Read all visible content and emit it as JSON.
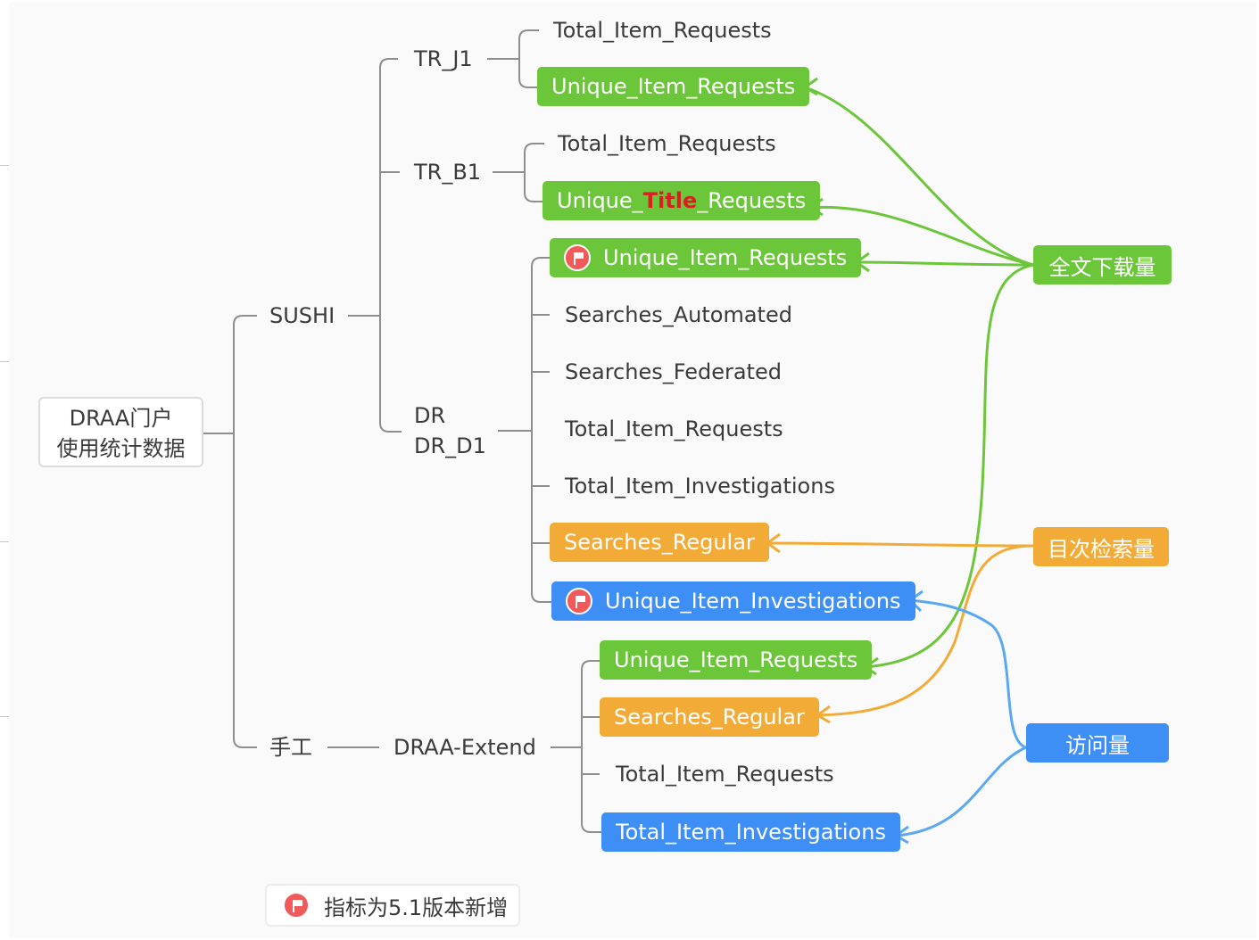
{
  "root": {
    "line1": "DRAA门户",
    "line2": "使用统计数据"
  },
  "sushi": {
    "label": "SUSHI",
    "tr_j1": {
      "label": "TR_J1",
      "total": "Total_Item_Requests",
      "unique": "Unique_Item_Requests"
    },
    "tr_b1": {
      "label": "TR_B1",
      "total": "Total_Item_Requests",
      "unique_pre": "Unique_",
      "unique_title": "Title",
      "unique_post": "_Requests"
    },
    "dr": {
      "label1": "DR",
      "label2": "DR_D1",
      "items": {
        "unique_requests": "Unique_Item_Requests",
        "searches_automated": "Searches_Automated",
        "searches_federated": "Searches_Federated",
        "total_requests": "Total_Item_Requests",
        "total_investigations": "Total_Item_Investigations",
        "searches_regular": "Searches_Regular",
        "unique_investigations": "Unique_Item_Investigations"
      }
    }
  },
  "manual": {
    "label": "手工",
    "extend": {
      "label": "DRAA-Extend",
      "unique_requests": "Unique_Item_Requests",
      "searches_regular": "Searches_Regular",
      "total_requests": "Total_Item_Requests",
      "total_investigations": "Total_Item_Investigations"
    }
  },
  "categories": {
    "fulltext": "全文下载量",
    "searches": "目次检索量",
    "visits": "访问量"
  },
  "legend": {
    "text": "指标为5.1版本新增",
    "icon": "flag-icon"
  },
  "colors": {
    "green": "#6cc63a",
    "orange": "#f1ab36",
    "blue": "#3d8ef5",
    "flag": "#f05a5a",
    "title_highlight": "#d92020"
  }
}
